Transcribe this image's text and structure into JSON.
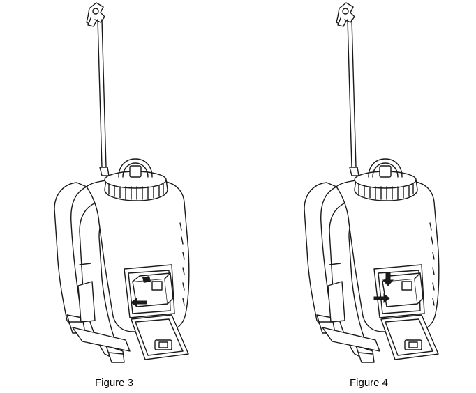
{
  "figures": [
    {
      "caption": "Figure 3",
      "illustration": "backpack-sprayer-battery-insert"
    },
    {
      "caption": "Figure 4",
      "illustration": "backpack-sprayer-battery-lock"
    }
  ],
  "colors": {
    "line": "#1a1a1a",
    "fill": "#ffffff",
    "background": "#ffffff"
  }
}
